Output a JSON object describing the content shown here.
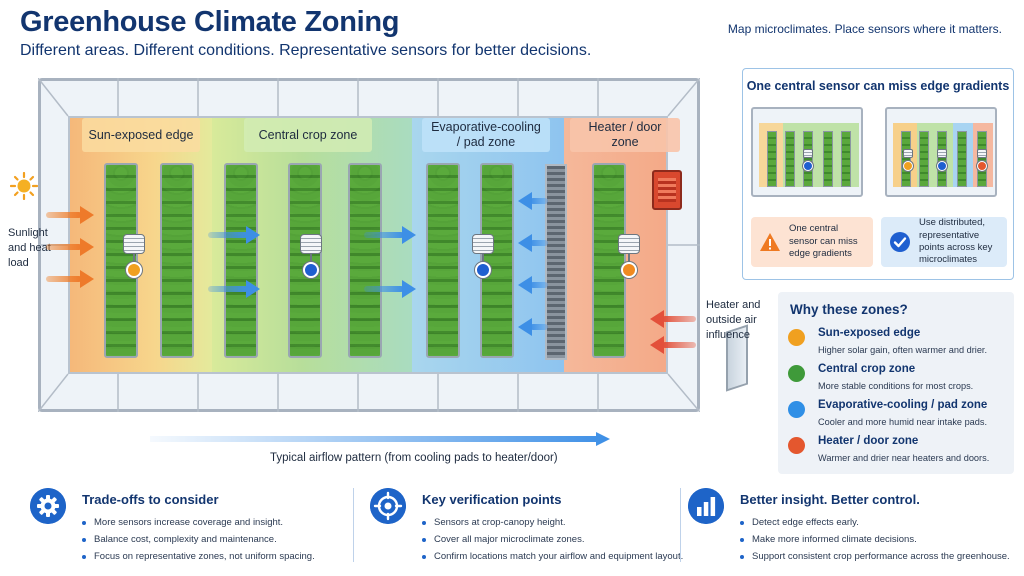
{
  "header": {
    "title": "Greenhouse Climate Zoning",
    "subtitle": "Different areas. Different conditions. Representative sensors for better decisions.",
    "tagline": "Map microclimates. Place sensors where it matters."
  },
  "diagram": {
    "zones": [
      {
        "label": "Sun-exposed edge",
        "color": "#f0a020"
      },
      {
        "label": "Central crop zone",
        "color": "#3f9a3a"
      },
      {
        "label": "Evaporative-cooling / pad zone",
        "color": "#2f7fe0"
      },
      {
        "label": "Heater / door zone",
        "color": "#e06a1e"
      }
    ],
    "sunlight_label": "Sunlight and heat load",
    "heater_label": "Heater and outside air influence",
    "airflow_label": "Typical airflow pattern (from cooling pads to heater/door)"
  },
  "callout": {
    "title": "One central sensor can miss edge gradients",
    "warn_text": "One central sensor can miss edge gradients",
    "ok_text": "Use distributed, representative points across key microclimates",
    "warn_icon": "warning-icon",
    "ok_icon": "check-icon"
  },
  "why": {
    "title": "Why these zones?",
    "items": [
      {
        "name": "Sun-exposed edge",
        "desc": "Higher solar gain, often warmer and drier.",
        "color": "#f0a020"
      },
      {
        "name": "Central crop zone",
        "desc": "More stable conditions for most crops.",
        "color": "#3f9a3a"
      },
      {
        "name": "Evaporative-cooling / pad zone",
        "desc": "Cooler and more humid near intake pads.",
        "color": "#2f8fe6"
      },
      {
        "name": "Heater / door zone",
        "desc": "Warmer and drier near heaters and doors.",
        "color": "#e4572e"
      }
    ]
  },
  "bottom": [
    {
      "title": "Trade-offs to consider",
      "icon": "gear-icon",
      "items": [
        "More sensors increase coverage and insight.",
        "Balance cost, complexity and maintenance.",
        "Focus on representative zones, not uniform spacing."
      ]
    },
    {
      "title": "Key verification points",
      "icon": "target-icon",
      "items": [
        "Sensors at crop-canopy height.",
        "Cover all major microclimate zones.",
        "Confirm locations match your airflow and equipment layout."
      ]
    },
    {
      "title": "Better insight. Better control.",
      "icon": "bar-chart-icon",
      "items": [
        "Detect edge effects early.",
        "Make more informed climate decisions.",
        "Support consistent crop performance across the greenhouse."
      ]
    }
  ]
}
